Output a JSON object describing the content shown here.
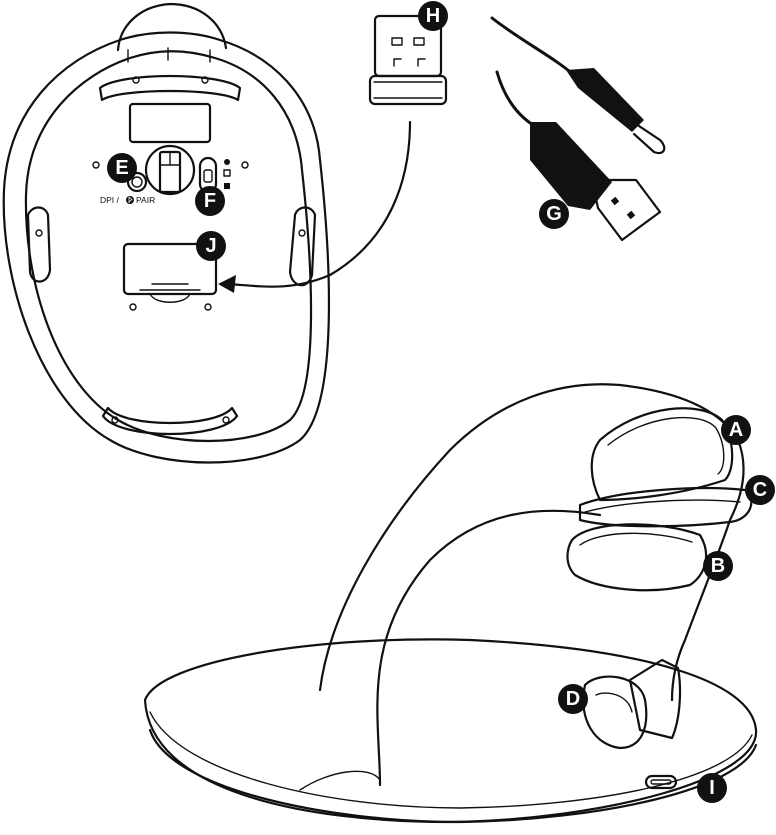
{
  "callouts": {
    "A": "A",
    "B": "B",
    "C": "C",
    "D": "D",
    "E": "E",
    "F": "F",
    "G": "G",
    "H": "H",
    "I": "I",
    "J": "J"
  },
  "underside": {
    "dpi_label": "DPI /",
    "pair_label": "PAIR"
  },
  "colors": {
    "ink": "#111111",
    "badge_fill": "#111111",
    "badge_text": "#ffffff",
    "background": "#ffffff"
  },
  "icons": {
    "bluetooth": "bluetooth-icon",
    "usb_dongle": "usb-dongle-icon",
    "battery": "battery-icon"
  }
}
